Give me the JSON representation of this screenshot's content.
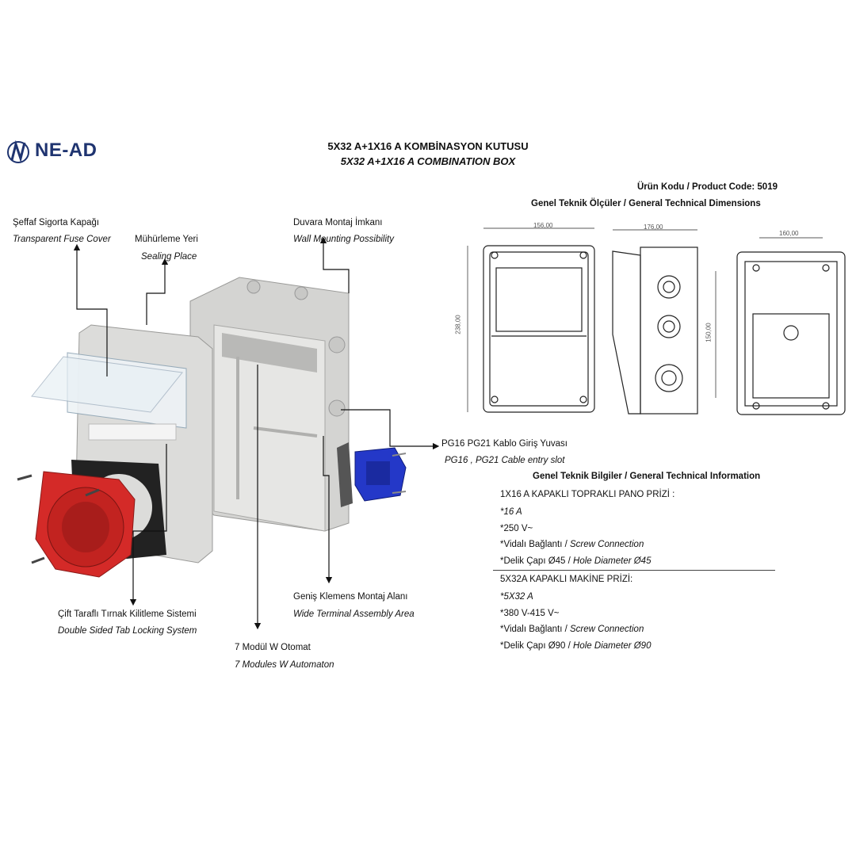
{
  "brand": {
    "logo_text": "NE-AD",
    "color": "#1f3470"
  },
  "title": {
    "tr": "5X32 A+1X16 A KOMBİNASYON KUTUSU",
    "en": "5X32 A+1X16 A COMBINATION BOX"
  },
  "product_code": "Ürün Kodu / Product Code: 5019",
  "dimensions_title": "Genel Teknik Ölçüler / General Technical Dimensions",
  "dimension_labels": {
    "w1": "156,00",
    "w2": "176,00",
    "h1": "238,00",
    "w3": "160,00",
    "h2": "150,00"
  },
  "annotations": {
    "fuse_cover": {
      "tr": "Şeffaf Sigorta Kapağı",
      "en": "Transparent Fuse Cover"
    },
    "sealing": {
      "tr": "Mühürleme Yeri",
      "en": "Sealing Place"
    },
    "wall_mount": {
      "tr": "Duvara Montaj İmkanı",
      "en": "Wall Mounting Possibility"
    },
    "cable_entry": {
      "tr": "PG16 PG21 Kablo Giriş Yuvası",
      "en": "PG16 , PG21 Cable entry slot"
    },
    "terminal_area": {
      "tr": "Geniş Klemens Montaj Alanı",
      "en": "Wide Terminal Assembly Area"
    },
    "tab_locking": {
      "tr": "Çift Taraflı Tırnak Kilitleme Sistemi",
      "en": "Double Sided Tab Locking System"
    },
    "modules": {
      "tr": "7 Modül W Otomat",
      "en": "7 Modules W Automaton"
    }
  },
  "technical_info": {
    "title": "Genel Teknik Bilgiler / General Technical Information",
    "socket1": {
      "heading": "1X16 A KAPAKLI TOPRAKLI PANO PRİZİ :",
      "current": "*16 A",
      "voltage": "*250 V~",
      "connection_tr": "*Vidalı Bağlantı / ",
      "connection_en": "Screw Connection",
      "hole_tr": "*Delik Çapı Ø45 / ",
      "hole_en": "Hole Diameter Ø45"
    },
    "socket2": {
      "heading": "5X32A KAPAKLI MAKİNE PRİZİ:",
      "current": "*5X32 A",
      "voltage": "*380 V-415 V~",
      "connection_tr": "*Vidalı Bağlantı / ",
      "connection_en": "Screw Connection",
      "hole_tr": "*Delik Çapı Ø90 / ",
      "hole_en": "Hole Diameter Ø90"
    }
  },
  "colors": {
    "red_socket": "#d42a28",
    "blue_socket": "#2438c8",
    "box_grey": "#d8d8d6"
  }
}
